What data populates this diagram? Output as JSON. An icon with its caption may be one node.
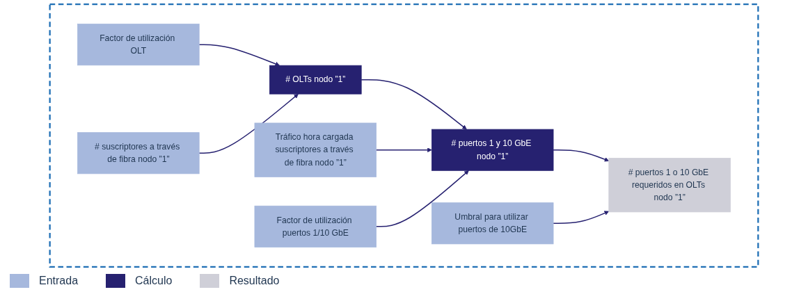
{
  "diagram": {
    "nodes": [
      {
        "text": [],
        "shape": "box"
      },
      {
        "text": [
          "Factor de utilización OLT"
        ],
        "in": 0
      },
      {
        "text": [
          "# suscriptores a través de fibra nodo ”1”"
        ],
        "in": 0
      },
      {
        "text": [
          "# OLTs nodo ”1”"
        ],
        "in": 0
      },
      {
        "text": [
          "Tráfico hora cargada suscriptores a través de fibra nodo ”1”"
        ],
        "in": 0
      },
      {
        "text": [
          "Factor de utilización puertos 1/10 GbE"
        ],
        "in": 0
      },
      {
        "text": [
          "# puertos 1 y 10 GbE nodo ”1”"
        ],
        "in": 0
      },
      {
        "text": [
          "Umbral para utilizar puertos de 10GbE"
        ],
        "in": 0
      },
      {
        "text": [
          "# puertos 1 o 10 GbE requeridos en OLTs nodo ”1”"
        ],
        "in": 0
      }
    ],
    "edges": [
      {
        "from": 1,
        "to": 3,
        "arrow": "to"
      },
      {
        "from": 2,
        "to": 3,
        "arrow": "to"
      },
      {
        "from": 3,
        "to": 6,
        "arrow": "to"
      },
      {
        "from": 4,
        "to": 6,
        "arrow": "to"
      },
      {
        "from": 5,
        "to": 6,
        "arrow": "to"
      },
      {
        "from": 6,
        "to": 8,
        "arrow": "to"
      },
      {
        "from": 7,
        "to": 8,
        "arrow": "to"
      }
    ],
    "legend": [
      {
        "text": "Entrada",
        "color": "#a6b8dd"
      },
      {
        "text": "Cálculo",
        "color": "#262170"
      },
      {
        "text": "Resultado",
        "color": "#cfcfd8"
      }
    ]
  }
}
